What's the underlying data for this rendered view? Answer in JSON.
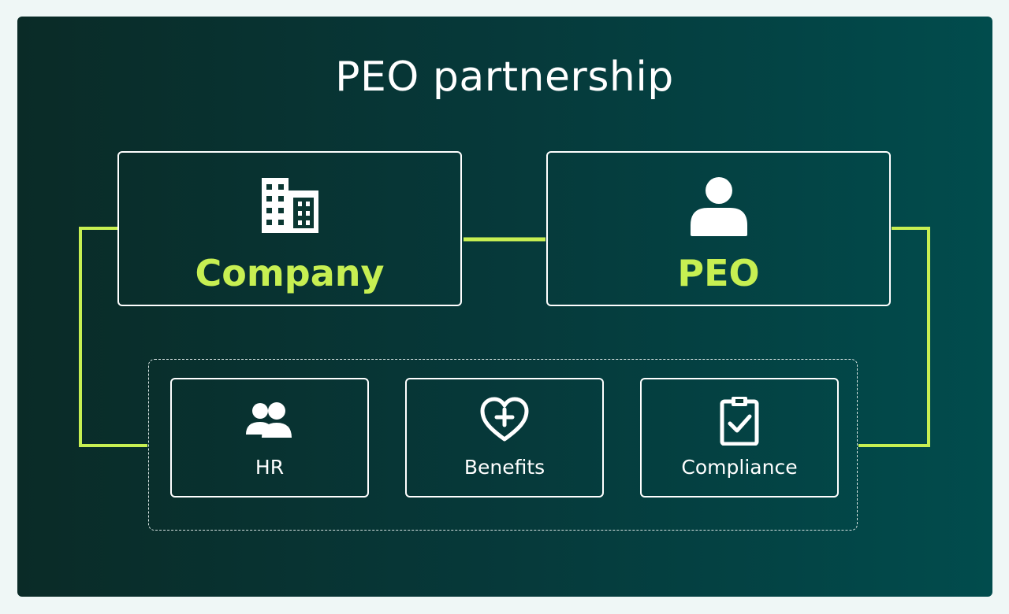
{
  "title": "PEO partnership",
  "colors": {
    "accent": "#c7ef52",
    "box_border": "#ffffff",
    "bg_start": "#0a2b27",
    "bg_end": "#014c4d"
  },
  "parties": [
    {
      "label": "Company",
      "icon": "building-icon"
    },
    {
      "label": "PEO",
      "icon": "person-icon"
    }
  ],
  "services": [
    {
      "label": "HR",
      "icon": "people-icon"
    },
    {
      "label": "Benefits",
      "icon": "heart-plus-icon"
    },
    {
      "label": "Compliance",
      "icon": "clipboard-check-icon"
    }
  ]
}
